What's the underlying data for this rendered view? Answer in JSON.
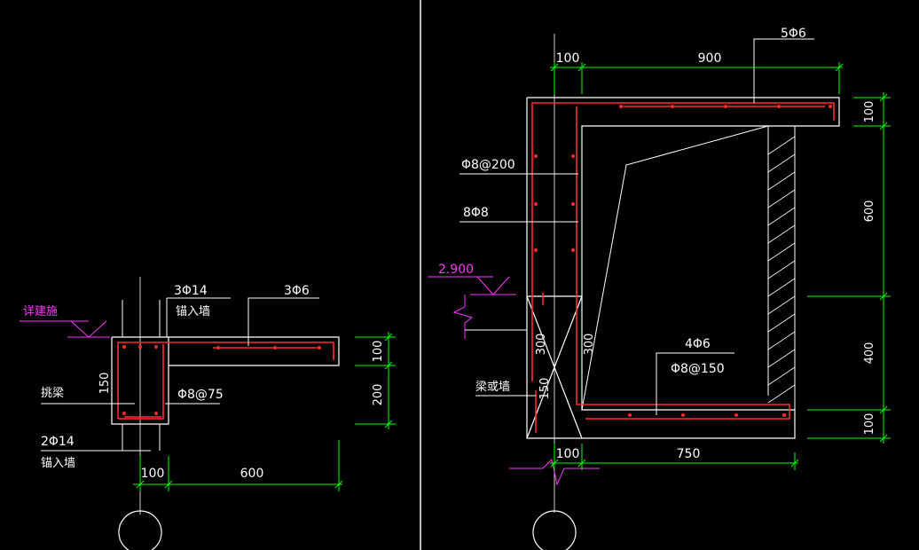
{
  "colors": {
    "background": "#000000",
    "outline": "#ffffff",
    "dimension": "#00ff00",
    "rebar": "#ff2a2a",
    "level": "#ff33ff",
    "divider": "#ffffff"
  },
  "left": {
    "labels": {
      "top_bar": "3Φ14",
      "top_bar_note": "锚入墙",
      "slab_bar": "3Φ6",
      "stirrup": "Φ8@75",
      "beam": "挑梁",
      "bottom_bar": "2Φ14",
      "bottom_bar_note": "锚入墙",
      "level": "详建施",
      "beam_width": "150"
    },
    "dims": {
      "slab_thickness": "100",
      "beam_depth": "200",
      "wall_part": "100",
      "cantilever": "600"
    }
  },
  "right": {
    "labels": {
      "top_bar": "5Φ6",
      "side_stirrup": "Φ8@200",
      "side_bar": "8Φ8",
      "level": "2.900",
      "beam_or_wall": "梁或墙",
      "bottom_bar": "4Φ6",
      "bottom_stirrup": "Φ8@150",
      "inner_a": "300",
      "inner_b": "300",
      "inner_c": "150"
    },
    "dims": {
      "top_left": "100",
      "top_span": "900",
      "right_top": "100",
      "right_mid": "600",
      "right_low": "400",
      "right_bottom": "100",
      "bottom_left": "100",
      "bottom_span": "750"
    }
  }
}
